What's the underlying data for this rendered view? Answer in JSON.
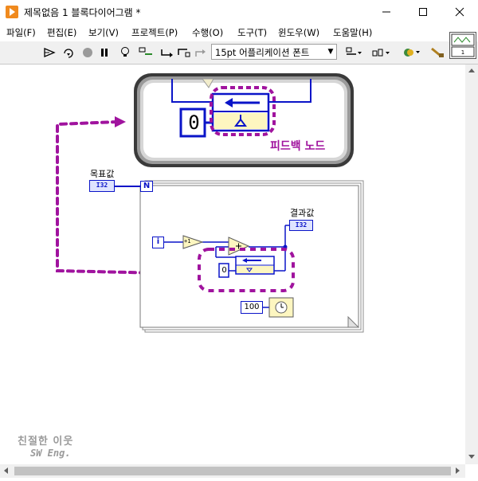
{
  "window": {
    "title": "제목없음 1 블록다이어그램 *",
    "controls": {
      "minimize": "─",
      "maximize": "☐",
      "close": "✕"
    },
    "accent_color": "#f08a1e"
  },
  "menu": [
    {
      "label": "파일(F)"
    },
    {
      "label": "편집(E)"
    },
    {
      "label": "보기(V)"
    },
    {
      "label": "프로젝트(P)"
    },
    {
      "label": "수행(O)"
    },
    {
      "label": "도구(T)"
    },
    {
      "label": "윈도우(W)"
    },
    {
      "label": "도움말(H)"
    }
  ],
  "toolbar": {
    "icons": [
      "run-arrow-icon",
      "run-continuous-icon",
      "abort-icon",
      "pause-icon",
      "highlight-bulb-icon",
      "retain-wire-values-icon",
      "step-into-icon",
      "step-over-icon",
      "step-out-icon",
      "align-icon",
      "distribute-icon",
      "reorder-icon",
      "cleanup-icon"
    ],
    "font_select": "15pt 어플리케이션 폰트"
  },
  "diagram": {
    "callout": {
      "constant": "0",
      "label": "피드백 노드"
    },
    "target_label": "목표값",
    "target_type": "I32",
    "loop_count_terminal": "N",
    "iteration_terminal": "i",
    "increment": "+1",
    "result_label": "결과값",
    "result_type": "I32",
    "feedback_init": "0",
    "wait_ms": "100",
    "colors": {
      "wire_blue": "#0a14c8",
      "purple": "#a0139e",
      "prim_yellow": "#fdf6c0"
    }
  },
  "watermark": {
    "line1": "친절한 이웃",
    "line2": "SW Eng."
  }
}
